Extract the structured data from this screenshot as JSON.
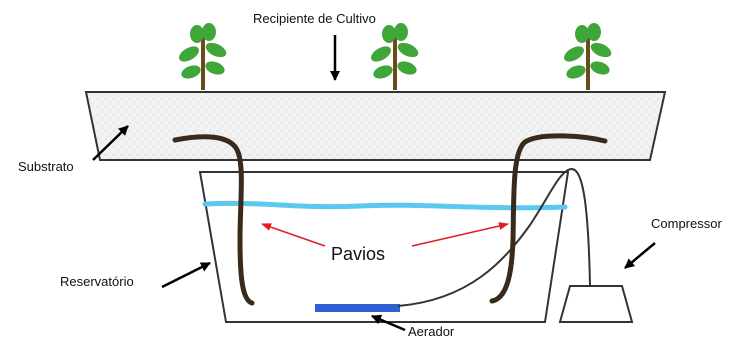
{
  "labels": {
    "recipiente": "Recipiente de Cultivo",
    "substrato": "Substrato",
    "reservatorio": "Reservatório",
    "pavios": "Pavios",
    "compressor": "Compressor",
    "aerador": "Aerador"
  },
  "colors": {
    "water": "#5bc8f0",
    "wick": "#3a2a1c",
    "substrate_fill": "#f2f2f2",
    "aerator": "#2f5fd0",
    "arrow_black": "#000000",
    "arrow_red": "#e02020",
    "plant_leaf": "#3fa63a",
    "plant_stem": "#6b4a1e"
  },
  "icons": [
    "plant-icon",
    "plant-icon",
    "plant-icon"
  ]
}
